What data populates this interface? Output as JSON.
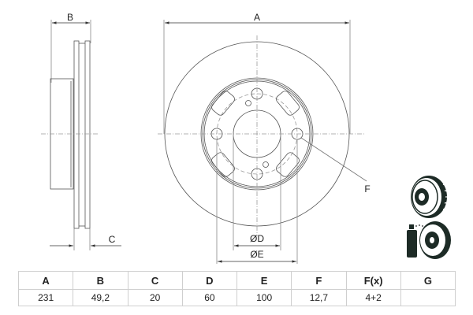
{
  "drawing": {
    "title": "Brake disc technical drawing",
    "labels": {
      "A": "A",
      "B": "B",
      "C": "C",
      "D": "ØD",
      "E": "ØE",
      "F": "F"
    },
    "icons": [
      "vented-disc-icon",
      "coated-disc-spray-icon"
    ]
  },
  "spec_table": {
    "headers": [
      "A",
      "B",
      "C",
      "D",
      "E",
      "F",
      "F(x)",
      "G"
    ],
    "values": [
      "231",
      "49,2",
      "20",
      "60",
      "100",
      "12,7",
      "4+2",
      ""
    ]
  }
}
